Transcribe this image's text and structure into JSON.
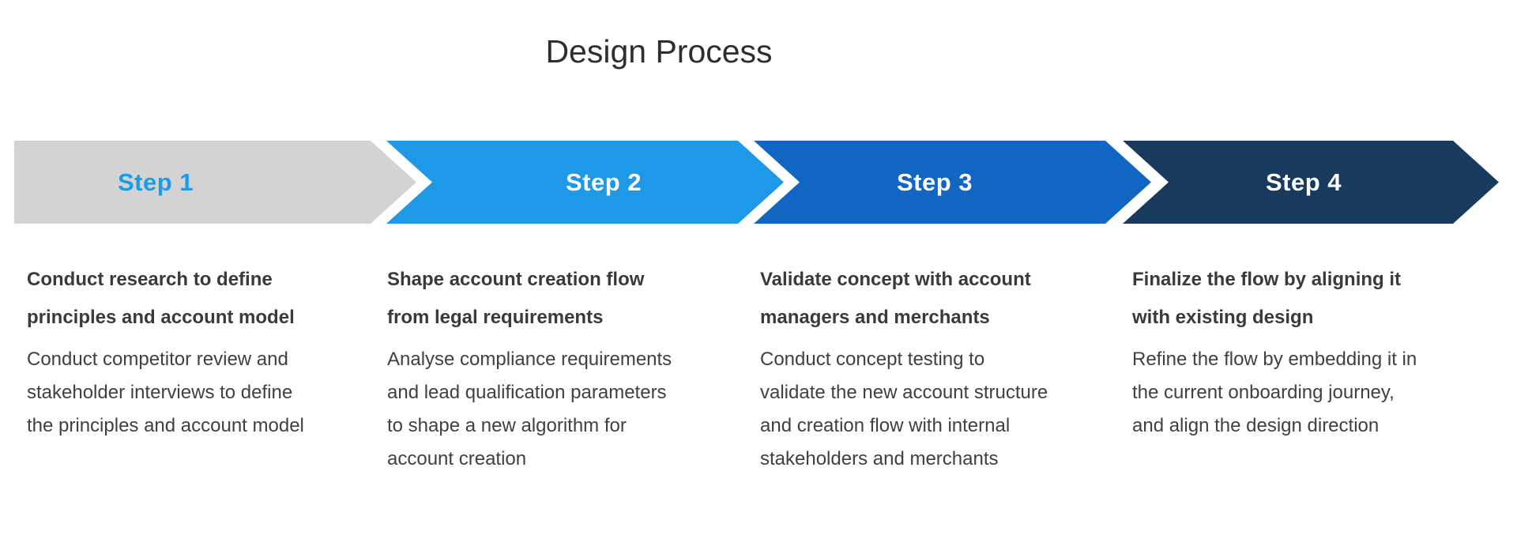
{
  "title": "Design Process",
  "colors": {
    "background": "#ffffff",
    "title_text": "#2e2e2e",
    "heading_text": "#3a3a3a",
    "body_text": "#404040",
    "accent_blue": "#1b9ce9",
    "step_fills": [
      "#d3d3d3",
      "#1d99e8",
      "#1166c3",
      "#173a5d"
    ],
    "step_label_colors": [
      "#1b9ce9",
      "#ffffff",
      "#ffffff",
      "#ffffff"
    ]
  },
  "steps": [
    {
      "label": "Step 1",
      "heading_lines": [
        "Conduct research to define",
        "principles and account model"
      ],
      "body_lines": [
        "Conduct competitor review and",
        "stakeholder interviews to define",
        "the principles and account model"
      ]
    },
    {
      "label": "Step 2",
      "heading_lines": [
        "Shape account creation flow",
        "from legal requirements"
      ],
      "body_lines": [
        "Analyse compliance requirements",
        "and lead qualification parameters",
        "to shape a new algorithm for",
        "account creation"
      ]
    },
    {
      "label": "Step 3",
      "heading_lines": [
        "Validate concept with account",
        "managers and merchants"
      ],
      "body_lines": [
        "Conduct concept testing to",
        "validate the new account structure",
        "and creation flow with internal",
        "stakeholders and merchants"
      ]
    },
    {
      "label": "Step 4",
      "heading_lines": [
        "Finalize the flow by aligning it",
        "with existing design"
      ],
      "body_lines": [
        "Refine the flow by embedding it in",
        "the current onboarding journey,",
        "and align the design direction"
      ]
    }
  ]
}
